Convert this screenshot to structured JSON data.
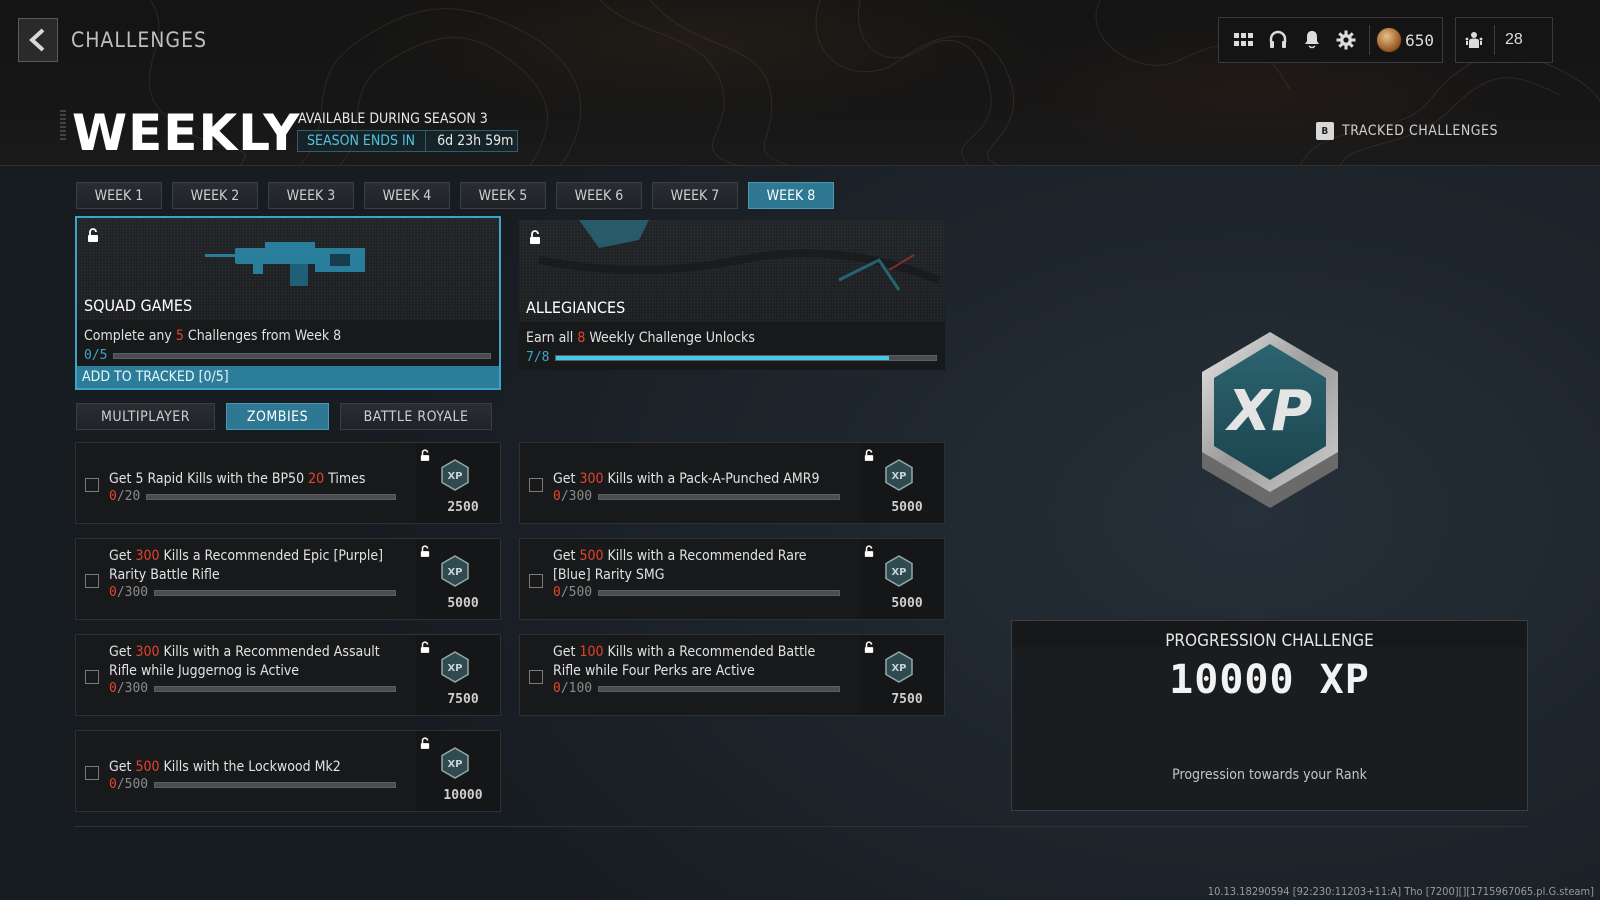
{
  "header": {
    "title": "CHALLENGES",
    "back_icon": "chevron-left-icon",
    "topbar_icons": [
      "apps-grid-icon",
      "headset-icon",
      "bell-icon",
      "gear-icon"
    ],
    "cod_points": "650",
    "party_icon": "party-icon",
    "player_count": "28"
  },
  "page": {
    "title": "WEEKLY",
    "availability": "AVAILABLE DURING SEASON 3",
    "season_ends_label": "SEASON ENDS IN",
    "season_ends_value": "6d 23h 59m",
    "tracked_key": "B",
    "tracked_label": "TRACKED CHALLENGES"
  },
  "weeks": [
    {
      "label": "WEEK 1",
      "active": false
    },
    {
      "label": "WEEK 2",
      "active": false
    },
    {
      "label": "WEEK 3",
      "active": false
    },
    {
      "label": "WEEK 4",
      "active": false
    },
    {
      "label": "WEEK 5",
      "active": false
    },
    {
      "label": "WEEK 6",
      "active": false
    },
    {
      "label": "WEEK 7",
      "active": false
    },
    {
      "label": "WEEK 8",
      "active": true
    }
  ],
  "featured": [
    {
      "name": "SQUAD GAMES",
      "desc_pre": "Complete any ",
      "desc_hl": "5",
      "desc_post": " Challenges from Week 8",
      "progress_text": "0/5",
      "progress_pct": 0,
      "selected": true,
      "action": "ADD TO TRACKED [0/5]"
    },
    {
      "name": "ALLEGIANCES",
      "desc_pre": "Earn all ",
      "desc_hl": "8",
      "desc_post": " Weekly Challenge Unlocks",
      "progress_text": "7/8",
      "progress_pct": 87.5,
      "selected": false
    }
  ],
  "modes": [
    {
      "label": "MULTIPLAYER",
      "active": false
    },
    {
      "label": "ZOMBIES",
      "active": true
    },
    {
      "label": "BATTLE ROYALE",
      "active": false
    }
  ],
  "challenges": [
    {
      "pre": "Get 5 Rapid Kills with the BP50 ",
      "hl": "20",
      "post": " Times",
      "cur": "0",
      "total": "/20",
      "xp": "2500"
    },
    {
      "pre": "Get ",
      "hl": "300",
      "post": " Kills with a Pack-A-Punched AMR9",
      "cur": "0",
      "total": "/300",
      "xp": "5000"
    },
    {
      "pre": "Get ",
      "hl": "300",
      "post": " Kills a Recommended Epic [Purple] Rarity Battle Rifle",
      "cur": "0",
      "total": "/300",
      "xp": "5000"
    },
    {
      "pre": "Get ",
      "hl": "500",
      "post": " Kills with a Recommended Rare [Blue] Rarity SMG",
      "cur": "0",
      "total": "/500",
      "xp": "5000"
    },
    {
      "pre": "Get ",
      "hl": "300",
      "post": " Kills with a Recommended Assault Rifle while Juggernog is Active",
      "cur": "0",
      "total": "/300",
      "xp": "7500"
    },
    {
      "pre": "Get ",
      "hl": "100",
      "post": " Kills with a Recommended Battle Rifle while Four Perks are Active",
      "cur": "0",
      "total": "/100",
      "xp": "7500"
    },
    {
      "pre": "Get ",
      "hl": "500",
      "post": " Kills with the Lockwood Mk2",
      "cur": "0",
      "total": "/500",
      "xp": "10000"
    }
  ],
  "progression": {
    "title": "PROGRESSION CHALLENGE",
    "reward": "10000 XP",
    "subtitle": "Progression towards your Rank"
  },
  "build_info": "10.13.18290594 [92:230:11203+11:A] Tho [7200][][1715967065.pl.G.steam]",
  "colors": {
    "accent": "#2f7893",
    "progress_fill": "#43c8ea",
    "highlight": "#e5452c"
  }
}
